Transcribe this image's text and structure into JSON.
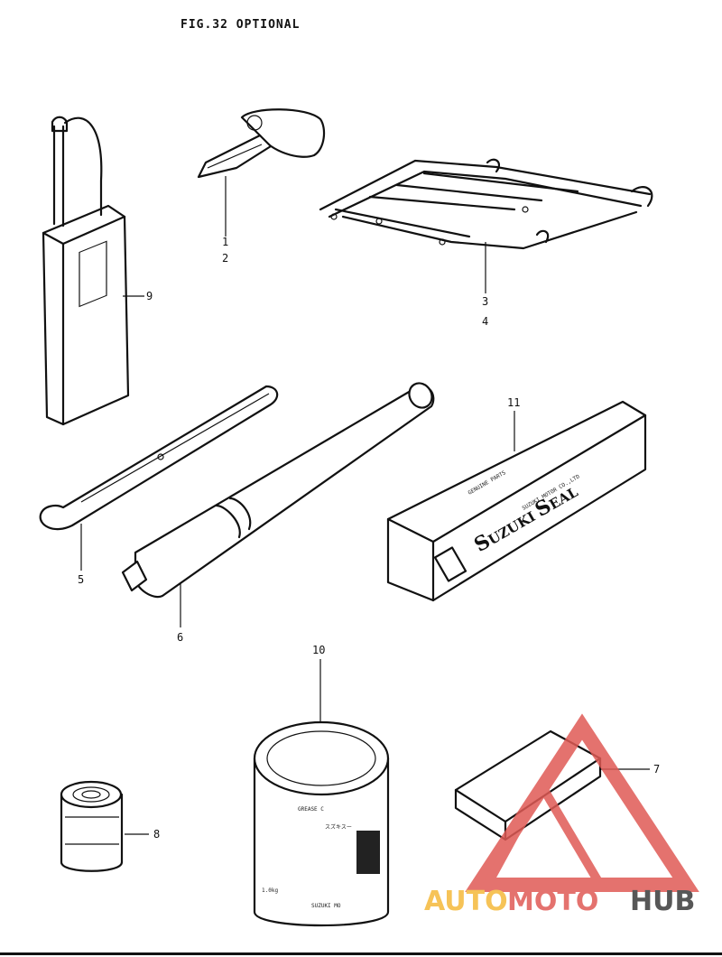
{
  "figure": {
    "title": "FIG.32  OPTIONAL"
  },
  "callouts": [
    {
      "id": "c1",
      "text": "1"
    },
    {
      "id": "c2",
      "text": "2"
    },
    {
      "id": "c3",
      "text": "3"
    },
    {
      "id": "c4",
      "text": "4"
    },
    {
      "id": "c5",
      "text": "5"
    },
    {
      "id": "c6",
      "text": "6"
    },
    {
      "id": "c7",
      "text": "7"
    },
    {
      "id": "c8",
      "text": "8"
    },
    {
      "id": "c9",
      "text": "9"
    },
    {
      "id": "c10",
      "text": "10"
    },
    {
      "id": "c11",
      "text": "11"
    }
  ],
  "parts": {
    "seal_box": {
      "brand_s": "S",
      "brand_rest": "UZUKI",
      "seal_s": "S",
      "seal_rest": "EAL",
      "small_top": "GENUINE PARTS",
      "small_mfr": "SUZUKI MOTOR CO.,LTD"
    },
    "grease_can": {
      "top_text": "GREASE C",
      "katakana": "スズキスー",
      "side_text": "SUZUKI MO",
      "weight": "1.0kg"
    }
  },
  "watermark": {
    "word_part1": "AUTO",
    "word_part2": "MOTO",
    "word_part3": "HUB",
    "colors": {
      "triangle": "#e05a55",
      "auto": "#f5b93a",
      "moto": "#e05a55",
      "hub": "#3a3a3a"
    }
  }
}
